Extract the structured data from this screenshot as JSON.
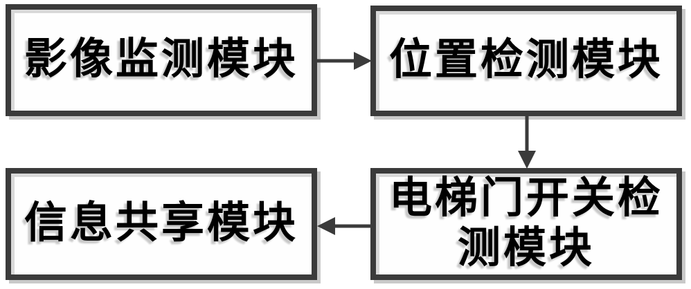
{
  "figure": {
    "modules": [
      {
        "id": "image-monitoring-module",
        "lines": [
          "影像监测模块"
        ]
      },
      {
        "id": "position-detection-module",
        "lines": [
          "位置检测模块"
        ]
      },
      {
        "id": "elevator-door-switch-detection-module",
        "lines": [
          "电梯门开关检",
          "测模块"
        ]
      },
      {
        "id": "information-sharing-module",
        "lines": [
          "信息共享模块"
        ]
      }
    ],
    "connections": [
      {
        "from": "image-monitoring-module",
        "to": "position-detection-module",
        "direction": "right"
      },
      {
        "from": "position-detection-module",
        "to": "elevator-door-switch-detection-module",
        "direction": "down"
      },
      {
        "from": "elevator-door-switch-detection-module",
        "to": "information-sharing-module",
        "direction": "left"
      }
    ]
  },
  "colors": {
    "border": "#3b3b3b",
    "arrow": "#3b3b3b",
    "shadow": "#c9c9c9",
    "shadow-inner": "#d9d9d9",
    "text": "#000000",
    "background": "#ffffff"
  }
}
